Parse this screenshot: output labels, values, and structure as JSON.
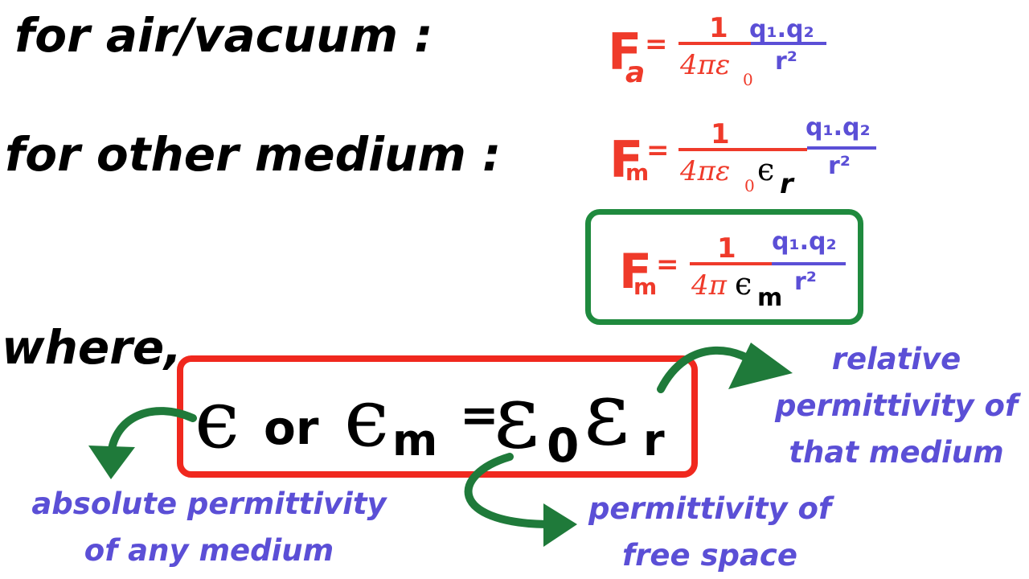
{
  "headings": {
    "air": "for air/vacuum  :",
    "other": "for other medium  :",
    "where": "where,"
  },
  "formulas": {
    "fa": {
      "F": "F",
      "sub": "a",
      "eq": "=",
      "num": "1",
      "den_pre": "4πε",
      "den_sub": "0",
      "q": "q₁.q₂",
      "r": "r²"
    },
    "fm": {
      "F": "F",
      "sub": "m",
      "eq": "=",
      "num": "1",
      "den_pre": "4πε",
      "den_sub": "0",
      "eps": "ϵ",
      "eps_sub": "r",
      "q": "q₁.q₂",
      "r": "r²"
    },
    "fm_boxed": {
      "F": "F",
      "sub": "m",
      "eq": "=",
      "num": "1",
      "den_pre": "4π",
      "eps": "ϵ",
      "eps_sub": "m",
      "q": "q₁.q₂",
      "r": "r²"
    }
  },
  "relation": {
    "eps": "ϵ",
    "or": "or",
    "eps_m": "ϵ",
    "eps_m_sub": "m",
    "eq": "=",
    "eps0": "ε",
    "eps0_sub": "0",
    "epsr": "ε",
    "epsr_sub": "r"
  },
  "notes": {
    "absolute_line1": "absolute permittivity",
    "absolute_line2": "of any medium",
    "free_line1": "permittivity of",
    "free_line2": "free space",
    "relative_line1": "relative",
    "relative_line2": "permittivity of",
    "relative_line3": "that medium"
  },
  "colors": {
    "red": "#ef3a2a",
    "purple": "#5b4fd6",
    "green_box": "#1f8a3e",
    "green_arrow": "#1f7a3a",
    "red_box": "#f0281e"
  }
}
